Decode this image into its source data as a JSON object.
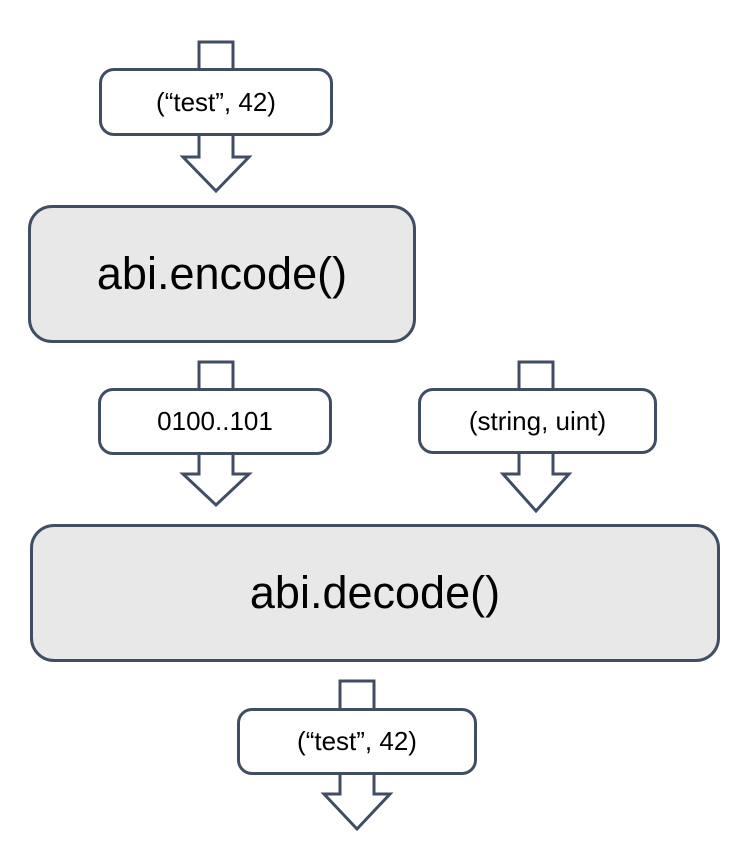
{
  "nodes": {
    "input_tuple": {
      "label": "(“test”, 42)"
    },
    "encode": {
      "label": "abi.encode()"
    },
    "encoded_bytes": {
      "label": "0100..101"
    },
    "types_tuple": {
      "label": "(string, uint)"
    },
    "decode": {
      "label": "abi.decode()"
    },
    "output_tuple": {
      "label": "(“test”, 42)"
    }
  },
  "edges": [
    {
      "from": "input_tuple",
      "to": "encode"
    },
    {
      "from": "encode",
      "to": "encoded_bytes"
    },
    {
      "from": "encoded_bytes",
      "to": "decode"
    },
    {
      "from": "types_tuple",
      "to": "decode"
    },
    {
      "from": "decode",
      "to": "output_tuple"
    }
  ],
  "colors": {
    "stroke": "#414d63",
    "process-fill": "#e8e8e8",
    "label-fill": "#ffffff",
    "text": "#000000",
    "bg": "#ffffff"
  }
}
